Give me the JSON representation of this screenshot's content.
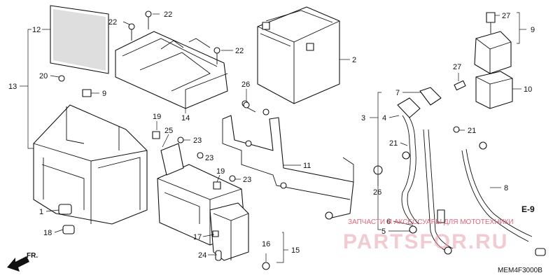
{
  "callouts": {
    "c1": "1",
    "c2": "2",
    "c3": "3",
    "c4": "4",
    "c5": "5",
    "c6": "6",
    "c7": "7",
    "c8": "8",
    "c9a": "9",
    "c9b": "9",
    "c10": "10",
    "c11": "11",
    "c12": "12",
    "c13": "13",
    "c14": "14",
    "c15": "15",
    "c16": "16",
    "c17": "17",
    "c18": "18",
    "c19a": "19",
    "c19b": "19",
    "c20": "20",
    "c21a": "21",
    "c21b": "21",
    "c22a": "22",
    "c22b": "22",
    "c22c": "22",
    "c23a": "23",
    "c23b": "23",
    "c23c": "23",
    "c24": "24",
    "c25": "25",
    "c26a": "26",
    "c26b": "26",
    "c27a": "27",
    "c27b": "27"
  },
  "direction_label": "FR.",
  "section_ref": "E-9",
  "diagram_code": "MEM4F3000B",
  "watermark": {
    "text": "ЗАПЧАСТИ И АКСЕССУАРЫ ДЛЯ МОТОТЕХНИКИ",
    "logo": "PARTSFOR.RU",
    "color": "#e0667a"
  }
}
